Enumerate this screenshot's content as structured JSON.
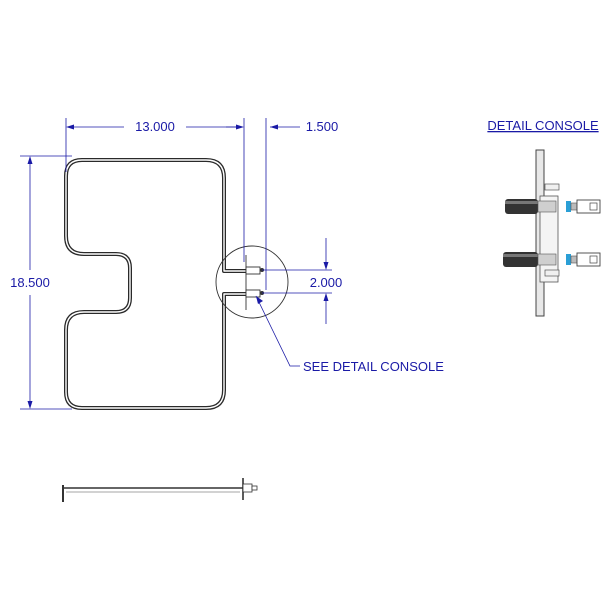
{
  "dimensions": {
    "width": "13.000",
    "terminal_offset": "1.500",
    "height": "18.500",
    "terminal_spacing": "2.000"
  },
  "labels": {
    "see_detail": "SEE DETAIL CONSOLE",
    "detail_title": "DETAIL CONSOLE"
  },
  "colors": {
    "dimension_blue": "#1a1aa6",
    "element_dark": "#2a2a2a",
    "insulator_blue": "#2a9fd6"
  }
}
